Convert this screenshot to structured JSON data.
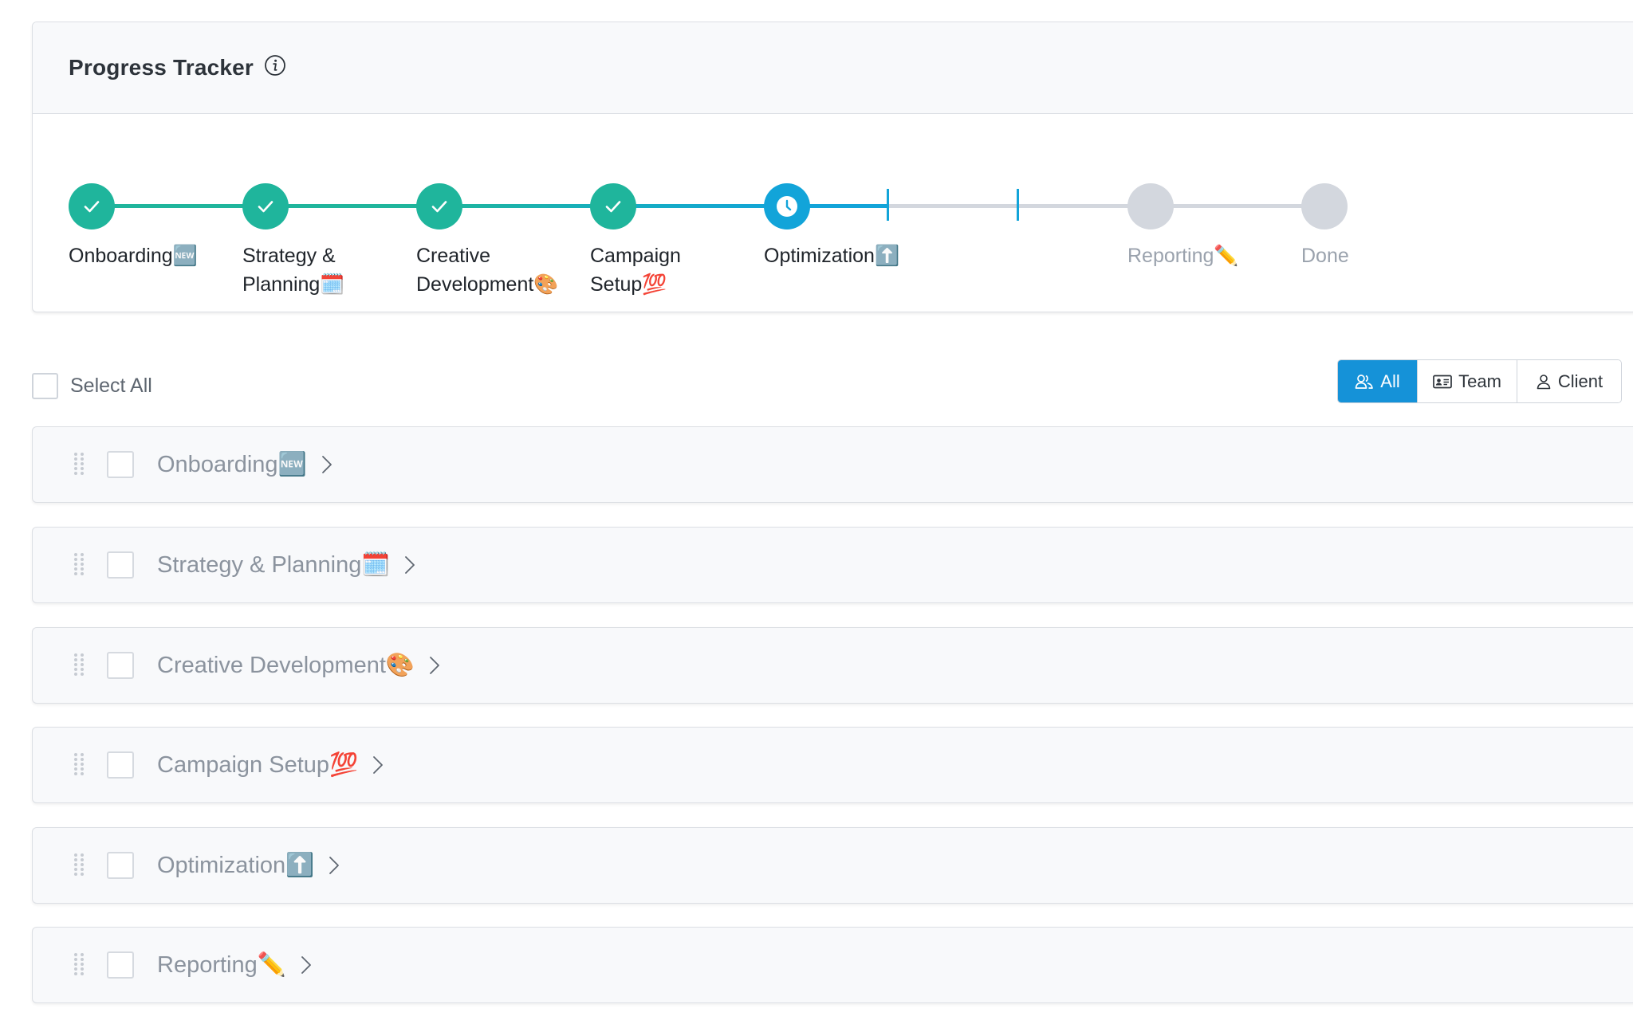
{
  "tracker": {
    "title": "Progress Tracker",
    "steps": [
      {
        "label_line1": "Onboarding🆕",
        "label_line2": "",
        "status": "done"
      },
      {
        "label_line1": "Strategy &",
        "label_line2": "Planning🗓️",
        "status": "done"
      },
      {
        "label_line1": "Creative",
        "label_line2": "Development🎨",
        "status": "done"
      },
      {
        "label_line1": "Campaign",
        "label_line2": "Setup💯",
        "status": "done"
      },
      {
        "label_line1": "Optimization⬆️",
        "label_line2": "",
        "status": "current"
      },
      {
        "label_line1": "Reporting✏️",
        "label_line2": "",
        "status": "pending"
      },
      {
        "label_line1": "Done",
        "label_line2": "",
        "status": "pending"
      }
    ],
    "colors": {
      "done": "#1fb59c",
      "current": "#12a4d9",
      "pending": "#d3d7de"
    }
  },
  "toolbar": {
    "select_all_label": "Select All",
    "filters": [
      {
        "label": "All",
        "icon": "users-icon",
        "active": true
      },
      {
        "label": "Team",
        "icon": "id-card-icon",
        "active": false
      },
      {
        "label": "Client",
        "icon": "user-icon",
        "active": false
      }
    ]
  },
  "list": {
    "rows": [
      {
        "label": "Onboarding🆕"
      },
      {
        "label": "Strategy & Planning🗓️"
      },
      {
        "label": "Creative Development🎨"
      },
      {
        "label": "Campaign Setup💯"
      },
      {
        "label": "Optimization⬆️"
      },
      {
        "label": "Reporting✏️"
      }
    ]
  }
}
